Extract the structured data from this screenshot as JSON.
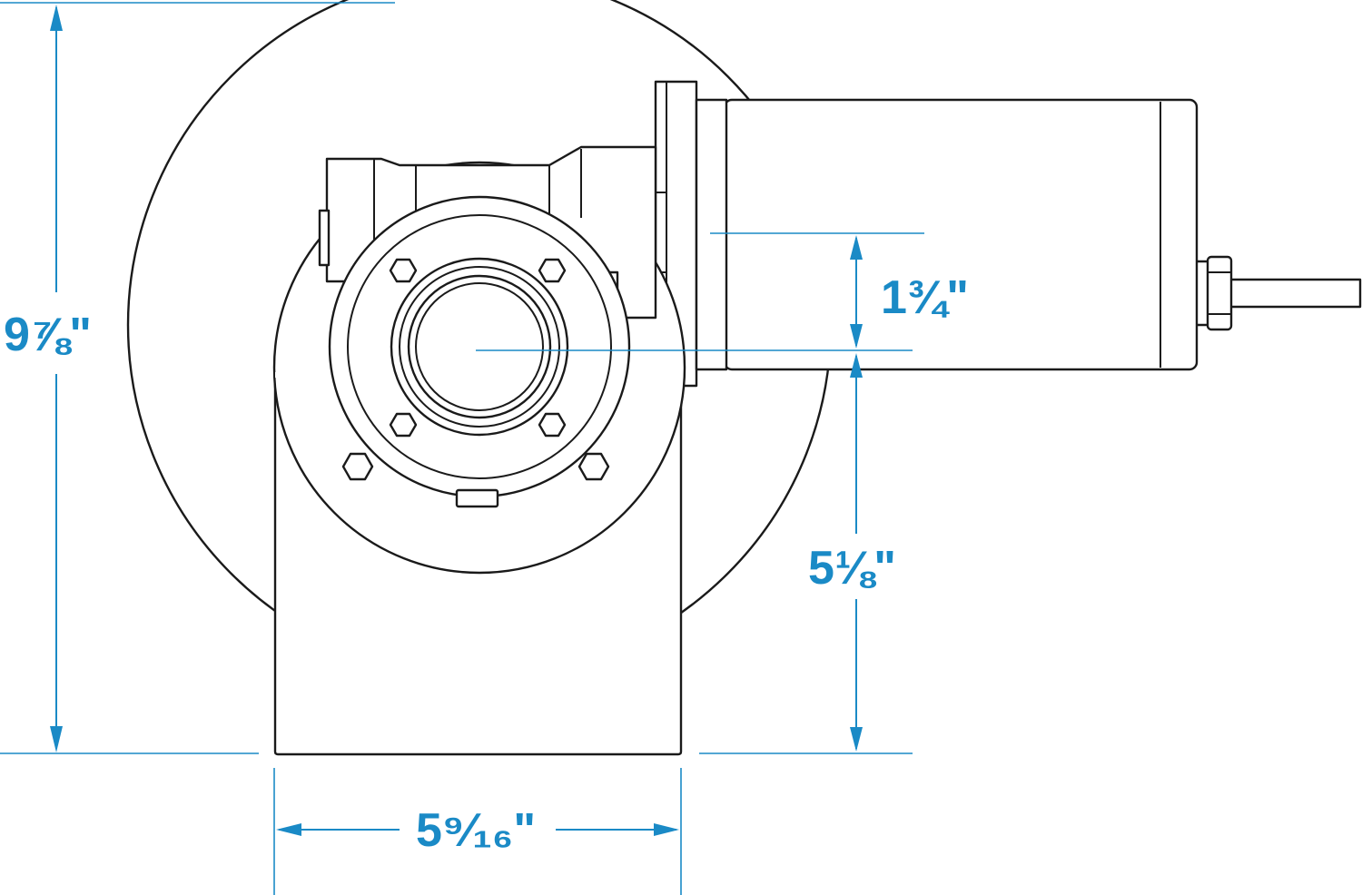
{
  "diagram": {
    "accent_color": "#1a8ac6",
    "line_color": "#1a1a1a",
    "dimensions": {
      "overall_height": "9⅞\"",
      "shaft_offset": "1¾\"",
      "shaft_height": "5⅛\"",
      "base_width": "5⁹⁄₁₆\""
    }
  }
}
